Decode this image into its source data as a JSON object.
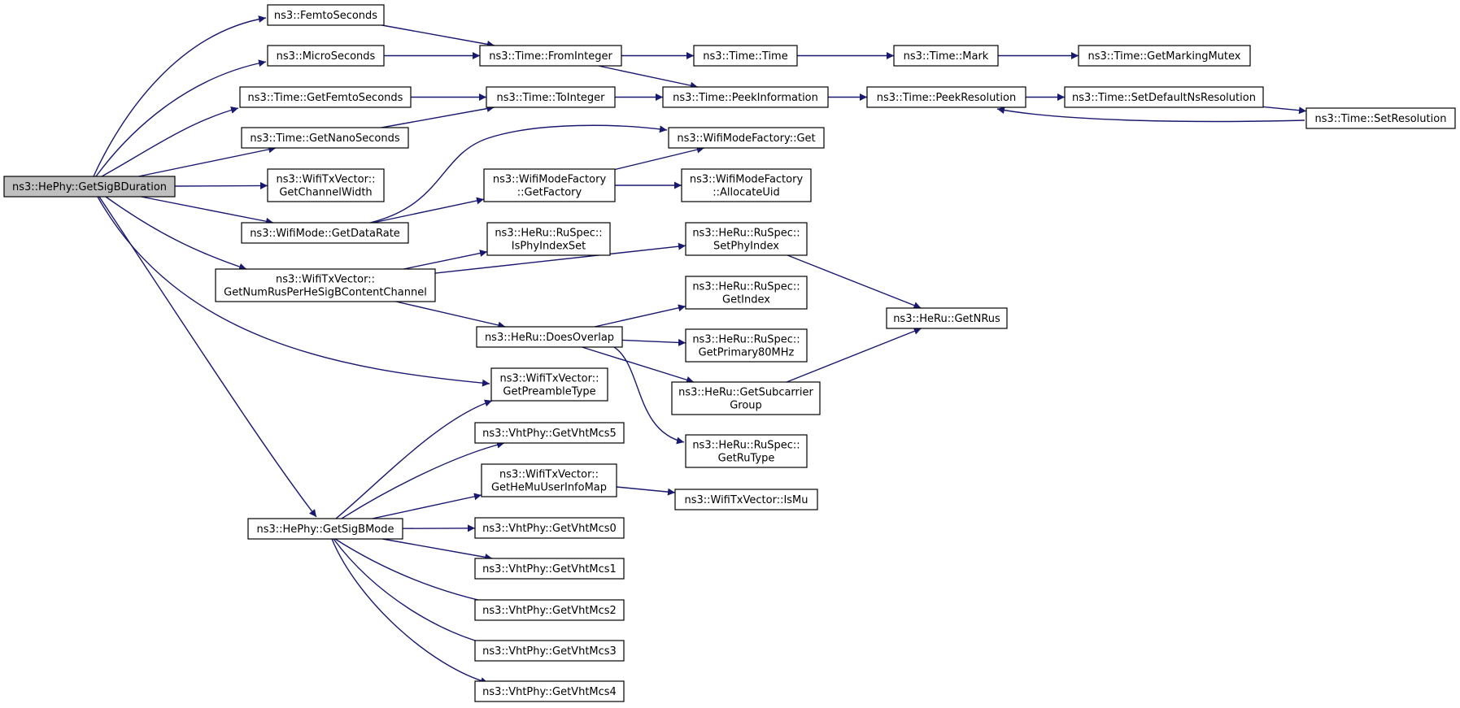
{
  "colors": {
    "edge": "#191970",
    "node_border": "#000000",
    "node_fill": "#ffffff",
    "root_fill": "#bfbfbf"
  },
  "nodes": [
    {
      "id": "getsigbduration",
      "lines": [
        "ns3::HePhy::GetSigBDuration"
      ],
      "root": true
    },
    {
      "id": "femtoseconds",
      "lines": [
        "ns3::FemtoSeconds"
      ]
    },
    {
      "id": "microseconds",
      "lines": [
        "ns3::MicroSeconds"
      ]
    },
    {
      "id": "getfemtoseconds",
      "lines": [
        "ns3::Time::GetFemtoSeconds"
      ]
    },
    {
      "id": "getnanoseconds",
      "lines": [
        "ns3::Time::GetNanoSeconds"
      ]
    },
    {
      "id": "getchannelwidth",
      "lines": [
        "ns3::WifiTxVector::",
        "GetChannelWidth"
      ]
    },
    {
      "id": "getdatarate",
      "lines": [
        "ns3::WifiMode::GetDataRate"
      ]
    },
    {
      "id": "getnumrus",
      "lines": [
        "ns3::WifiTxVector::",
        "GetNumRusPerHeSigBContentChannel"
      ]
    },
    {
      "id": "getsigbmode",
      "lines": [
        "ns3::HePhy::GetSigBMode"
      ]
    },
    {
      "id": "frominteger",
      "lines": [
        "ns3::Time::FromInteger"
      ]
    },
    {
      "id": "tointeger",
      "lines": [
        "ns3::Time::ToInteger"
      ]
    },
    {
      "id": "getfactory",
      "lines": [
        "ns3::WifiModeFactory",
        "::GetFactory"
      ]
    },
    {
      "id": "isphyindexset",
      "lines": [
        "ns3::HeRu::RuSpec::",
        "IsPhyIndexSet"
      ]
    },
    {
      "id": "doesoverlap",
      "lines": [
        "ns3::HeRu::DoesOverlap"
      ]
    },
    {
      "id": "getpreambletype",
      "lines": [
        "ns3::WifiTxVector::",
        "GetPreambleType"
      ]
    },
    {
      "id": "getvhtmcs5",
      "lines": [
        "ns3::VhtPhy::GetVhtMcs5"
      ]
    },
    {
      "id": "gethemuuserinfomap",
      "lines": [
        "ns3::WifiTxVector::",
        "GetHeMuUserInfoMap"
      ]
    },
    {
      "id": "getvhtmcs0",
      "lines": [
        "ns3::VhtPhy::GetVhtMcs0"
      ]
    },
    {
      "id": "getvhtmcs1",
      "lines": [
        "ns3::VhtPhy::GetVhtMcs1"
      ]
    },
    {
      "id": "getvhtmcs2",
      "lines": [
        "ns3::VhtPhy::GetVhtMcs2"
      ]
    },
    {
      "id": "getvhtmcs3",
      "lines": [
        "ns3::VhtPhy::GetVhtMcs3"
      ]
    },
    {
      "id": "getvhtmcs4",
      "lines": [
        "ns3::VhtPhy::GetVhtMcs4"
      ]
    },
    {
      "id": "timetime",
      "lines": [
        "ns3::Time::Time"
      ]
    },
    {
      "id": "peekinformation",
      "lines": [
        "ns3::Time::PeekInformation"
      ]
    },
    {
      "id": "modefactoryget",
      "lines": [
        "ns3::WifiModeFactory::Get"
      ]
    },
    {
      "id": "allocateuid",
      "lines": [
        "ns3::WifiModeFactory",
        "::AllocateUid"
      ]
    },
    {
      "id": "setphyindex",
      "lines": [
        "ns3::HeRu::RuSpec::",
        "SetPhyIndex"
      ]
    },
    {
      "id": "getindex",
      "lines": [
        "ns3::HeRu::RuSpec::",
        "GetIndex"
      ]
    },
    {
      "id": "getprimary80mhz",
      "lines": [
        "ns3::HeRu::RuSpec::",
        "GetPrimary80MHz"
      ]
    },
    {
      "id": "getsubcarriergroup",
      "lines": [
        "ns3::HeRu::GetSubcarrier",
        "Group"
      ]
    },
    {
      "id": "getrutype",
      "lines": [
        "ns3::HeRu::RuSpec::",
        "GetRuType"
      ]
    },
    {
      "id": "ismu",
      "lines": [
        "ns3::WifiTxVector::IsMu"
      ]
    },
    {
      "id": "timemark",
      "lines": [
        "ns3::Time::Mark"
      ]
    },
    {
      "id": "peekresolution",
      "lines": [
        "ns3::Time::PeekResolution"
      ]
    },
    {
      "id": "getnrus",
      "lines": [
        "ns3::HeRu::GetNRus"
      ]
    },
    {
      "id": "getmarkingmutex",
      "lines": [
        "ns3::Time::GetMarkingMutex"
      ]
    },
    {
      "id": "setdefaultnsresolution",
      "lines": [
        "ns3::Time::SetDefaultNsResolution"
      ]
    },
    {
      "id": "setresolution",
      "lines": [
        "ns3::Time::SetResolution"
      ]
    }
  ],
  "edges": [
    [
      "getsigbduration",
      "femtoseconds"
    ],
    [
      "getsigbduration",
      "microseconds"
    ],
    [
      "getsigbduration",
      "getfemtoseconds"
    ],
    [
      "getsigbduration",
      "getnanoseconds"
    ],
    [
      "getsigbduration",
      "getchannelwidth"
    ],
    [
      "getsigbduration",
      "getdatarate"
    ],
    [
      "getsigbduration",
      "getnumrus"
    ],
    [
      "getsigbduration",
      "getpreambletype"
    ],
    [
      "getsigbduration",
      "getsigbmode"
    ],
    [
      "femtoseconds",
      "frominteger"
    ],
    [
      "microseconds",
      "frominteger"
    ],
    [
      "frominteger",
      "timetime"
    ],
    [
      "frominteger",
      "peekinformation"
    ],
    [
      "timetime",
      "timemark"
    ],
    [
      "timemark",
      "getmarkingmutex"
    ],
    [
      "getfemtoseconds",
      "tointeger"
    ],
    [
      "getnanoseconds",
      "tointeger"
    ],
    [
      "tointeger",
      "peekinformation"
    ],
    [
      "peekinformation",
      "peekresolution"
    ],
    [
      "peekresolution",
      "setdefaultnsresolution"
    ],
    [
      "setdefaultnsresolution",
      "setresolution"
    ],
    [
      "setresolution",
      "peekresolution"
    ],
    [
      "getdatarate",
      "modefactoryget"
    ],
    [
      "getdatarate",
      "getfactory"
    ],
    [
      "getfactory",
      "modefactoryget"
    ],
    [
      "getfactory",
      "allocateuid"
    ],
    [
      "getnumrus",
      "isphyindexset"
    ],
    [
      "getnumrus",
      "setphyindex"
    ],
    [
      "getnumrus",
      "doesoverlap"
    ],
    [
      "setphyindex",
      "getnrus"
    ],
    [
      "doesoverlap",
      "getindex"
    ],
    [
      "doesoverlap",
      "getprimary80mhz"
    ],
    [
      "doesoverlap",
      "getsubcarriergroup"
    ],
    [
      "doesoverlap",
      "getrutype"
    ],
    [
      "getsubcarriergroup",
      "getnrus"
    ],
    [
      "getsigbmode",
      "getpreambletype"
    ],
    [
      "getsigbmode",
      "getvhtmcs5"
    ],
    [
      "getsigbmode",
      "gethemuuserinfomap"
    ],
    [
      "getsigbmode",
      "getvhtmcs0"
    ],
    [
      "getsigbmode",
      "getvhtmcs1"
    ],
    [
      "getsigbmode",
      "getvhtmcs2"
    ],
    [
      "getsigbmode",
      "getvhtmcs3"
    ],
    [
      "getsigbmode",
      "getvhtmcs4"
    ],
    [
      "gethemuuserinfomap",
      "ismu"
    ]
  ]
}
